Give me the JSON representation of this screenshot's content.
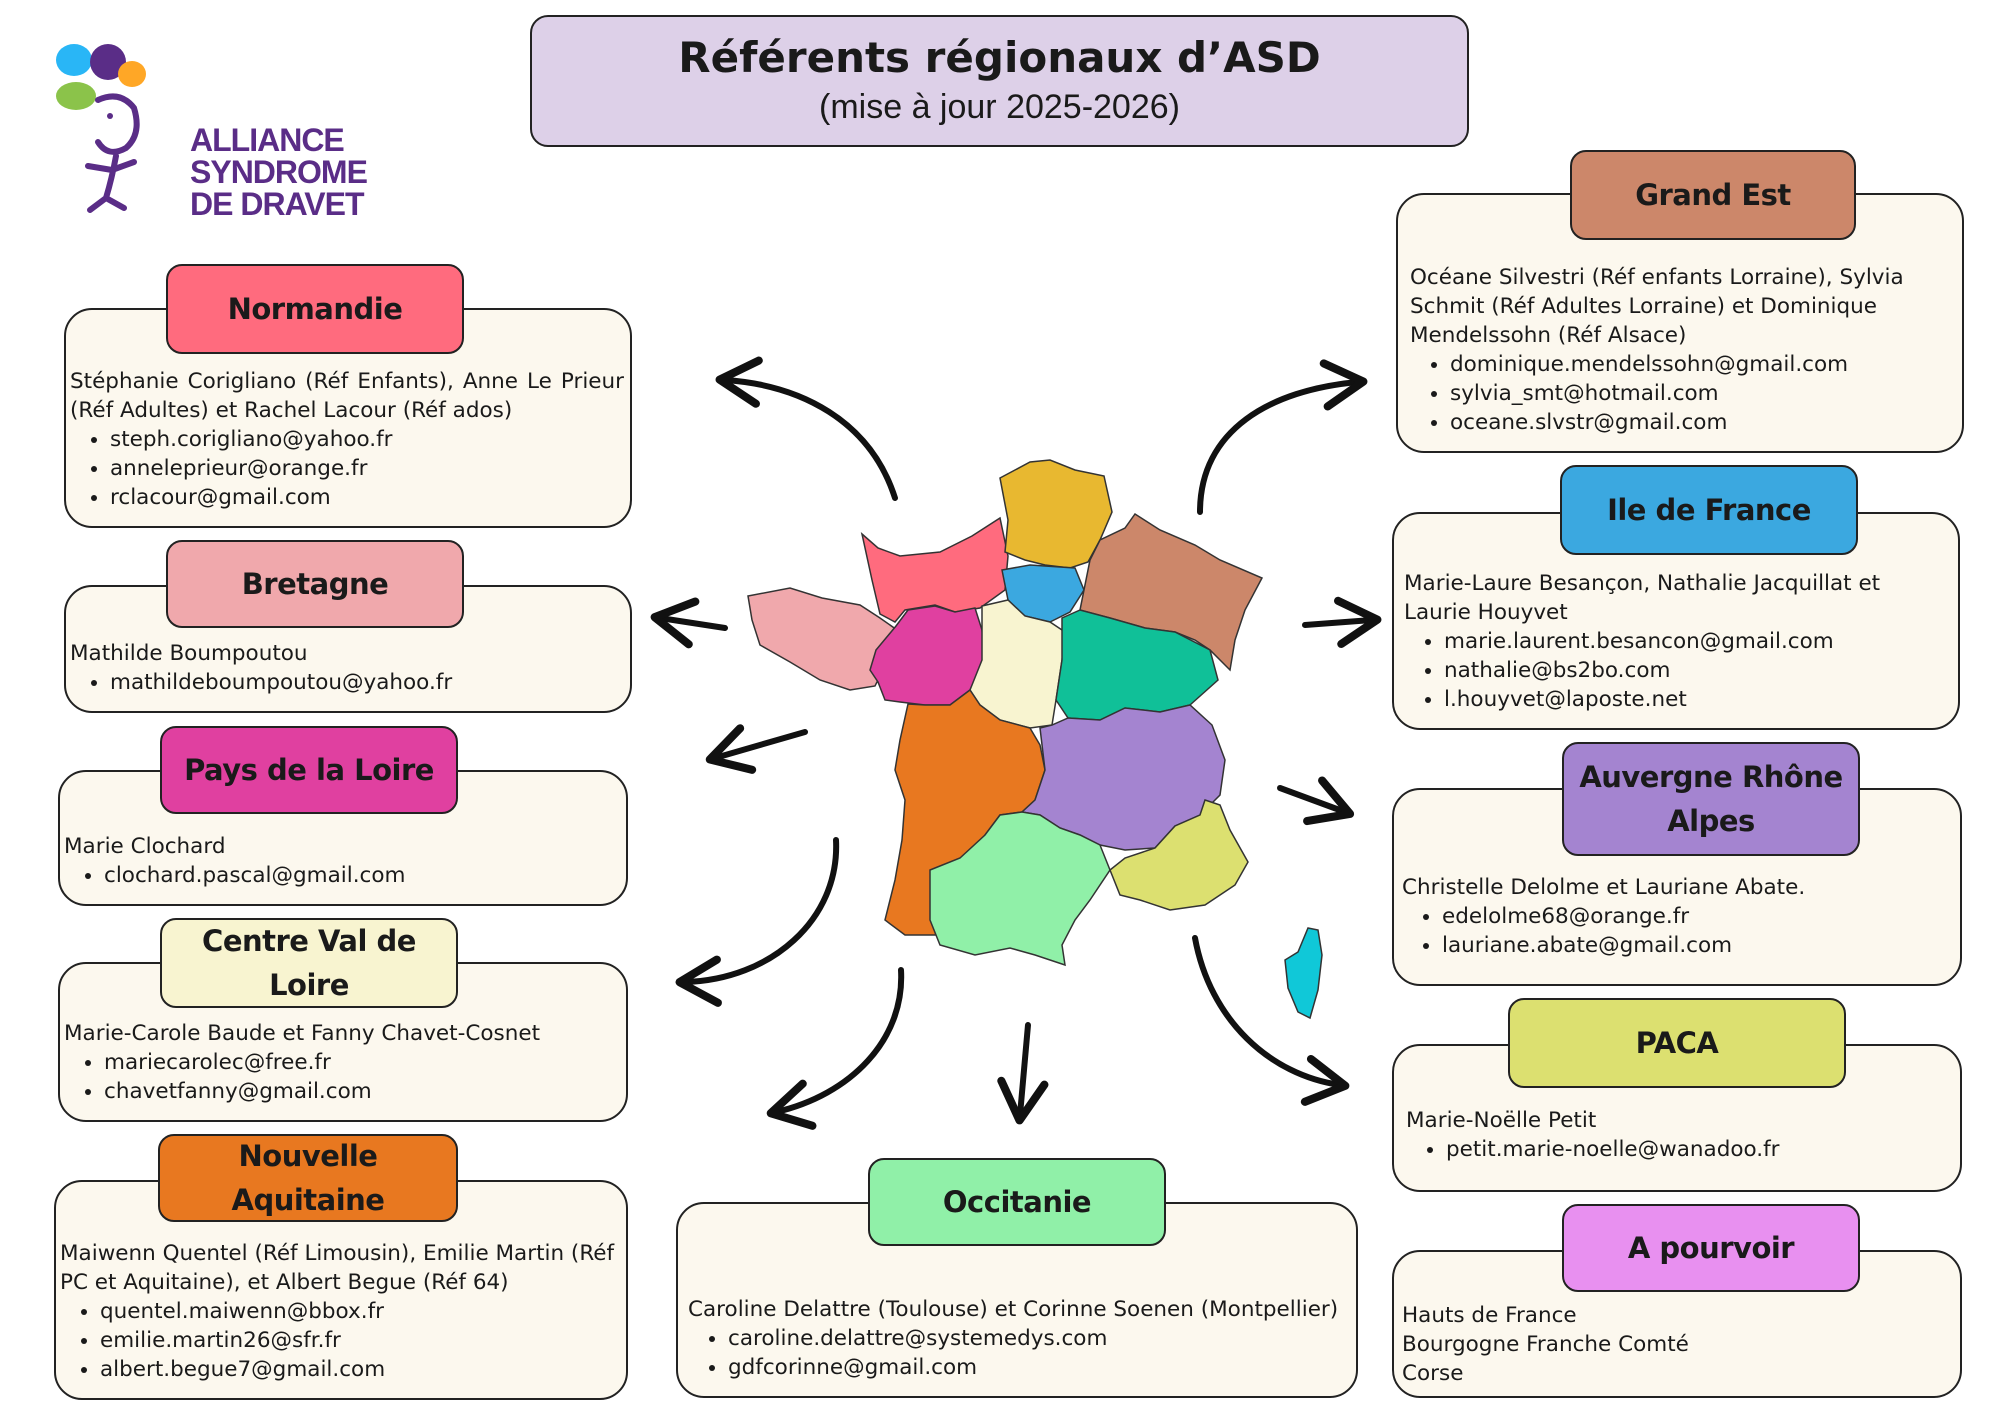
{
  "title": "Référents régionaux d’ASD",
  "subtitle": "(mise à jour 2025-2026)",
  "logo": {
    "lines": [
      "ALLIANCE",
      "SYNDROME",
      "DE DRAVET"
    ],
    "color": "#5a2d87"
  },
  "regions": {
    "normandie": {
      "name": "Normandie",
      "color": "#ff6b7e",
      "people": "Stéphanie Corigliano (Réf Enfants), Anne Le Prieur (Réf Adultes)  et Rachel Lacour (Réf ados)",
      "emails": [
        " steph.corigliano@yahoo.fr",
        "anneleprieur@orange.fr",
        "rclacour@gmail.com"
      ]
    },
    "bretagne": {
      "name": "Bretagne",
      "color": "#f0a8ac",
      "people": "Mathilde Boumpoutou",
      "emails": [
        "mathildeboumpoutou@yahoo.fr"
      ]
    },
    "pays_de_la_loire": {
      "name": "Pays de la Loire",
      "color": "#e040a0",
      "people": "Marie Clochard",
      "emails": [
        "clochard.pascal@gmail.com"
      ]
    },
    "centre_val_de_loire": {
      "name": "Centre Val de Loire",
      "color": "#f8f4d0",
      "people": "Marie-Carole Baude et Fanny Chavet-Cosnet",
      "emails": [
        "mariecarolec@free.fr",
        "chavetfanny@gmail.com"
      ]
    },
    "nouvelle_aquitaine": {
      "name": "Nouvelle Aquitaine",
      "color": "#e87820",
      "people": "Maiwenn Quentel (Réf Limousin), Emilie Martin (Réf PC et Aquitaine), et Albert Begue (Réf 64)",
      "emails": [
        "quentel.maiwenn@bbox.fr",
        "emilie.martin26@sfr.fr",
        "albert.begue7@gmail.com"
      ]
    },
    "occitanie": {
      "name": "Occitanie",
      "color": "#90f0a8",
      "people": "Caroline Delattre (Toulouse) et Corinne Soenen (Montpellier)",
      "emails": [
        "caroline.delattre@systemedys.com",
        "gdfcorinne@gmail.com"
      ]
    },
    "grand_est": {
      "name": "Grand Est",
      "color": "#cc876a",
      "people": "Océane Silvestri (Réf enfants Lorraine), Sylvia Schmit (Réf Adultes Lorraine) et Dominique Mendelssohn (Réf Alsace)",
      "emails": [
        "dominique.mendelssohn@gmail.com",
        "sylvia_smt@hotmail.com",
        "oceane.slvstr@gmail.com"
      ]
    },
    "ile_de_france": {
      "name": "Ile de France",
      "color": "#3ba8e0",
      "people": "Marie-Laure Besançon, Nathalie Jacquillat et Laurie Houyvet",
      "emails": [
        "marie.laurent.besancon@gmail.com",
        "nathalie@bs2bo.com",
        "l.houyvet@laposte.net"
      ]
    },
    "auvergne_rhone_alpes": {
      "name": "Auvergne Rhône Alpes",
      "name_line1": "Auvergne Rhône",
      "name_line2": "Alpes",
      "color": "#a484d0",
      "people": "Christelle Delolme et Lauriane Abate.",
      "emails": [
        "edelolme68@orange.fr",
        "lauriane.abate@gmail.com"
      ]
    },
    "paca": {
      "name": "PACA",
      "color": "#dce070",
      "people": "Marie-Noëlle Petit",
      "emails": [
        "petit.marie-noelle@wanadoo.fr"
      ]
    },
    "a_pourvoir": {
      "name": "A pourvoir",
      "color": "#e890f0",
      "lines": [
        "Hauts de France",
        "Bourgogne Franche Comté",
        "Corse"
      ]
    }
  },
  "map_colors": {
    "hauts_de_france": "#e8b830",
    "ile_de_france": "#3ba8e0",
    "grand_est": "#cc876a",
    "normandie": "#ff6b7e",
    "bretagne": "#f0a8ac",
    "pays_de_la_loire": "#e040a0",
    "centre_val_de_loire": "#f8f4d0",
    "bourgogne_franche_comte": "#10c098",
    "nouvelle_aquitaine": "#e87820",
    "auvergne_rhone_alpes": "#a484d0",
    "occitanie": "#90f0a8",
    "paca": "#dce070",
    "corse": "#10c8d8"
  }
}
